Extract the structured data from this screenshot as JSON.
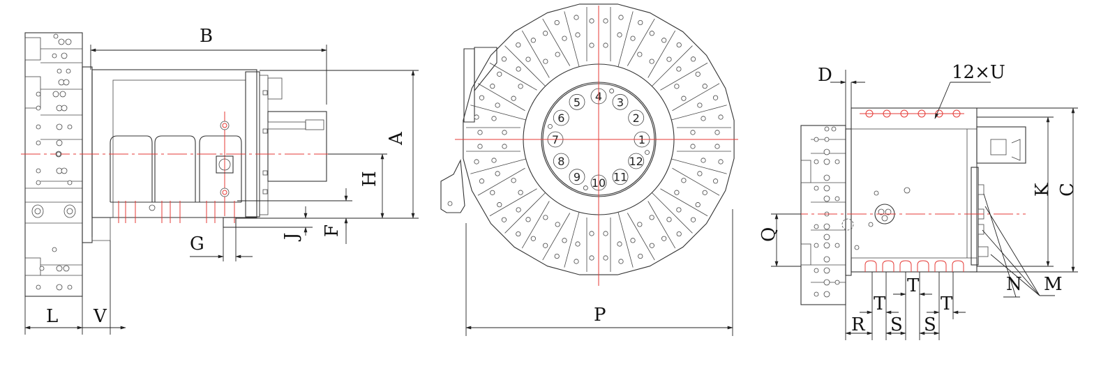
{
  "labels": {
    "B": "B",
    "A": "A",
    "H": "H",
    "G": "G",
    "J": "J",
    "F": "F",
    "L": "L",
    "V": "V",
    "P": "P",
    "D": "D",
    "U": "12×U",
    "K": "K",
    "C": "C",
    "Q": "Q",
    "N": "N",
    "M": "M",
    "R": "R",
    "S1": "S",
    "S2": "S",
    "T1": "T",
    "T2": "T",
    "T3": "T"
  },
  "stations": [
    "1",
    "2",
    "3",
    "4",
    "5",
    "6",
    "7",
    "8",
    "9",
    "10",
    "11",
    "12"
  ],
  "colors": {
    "line": "#333333",
    "centerline": "#e53935"
  }
}
